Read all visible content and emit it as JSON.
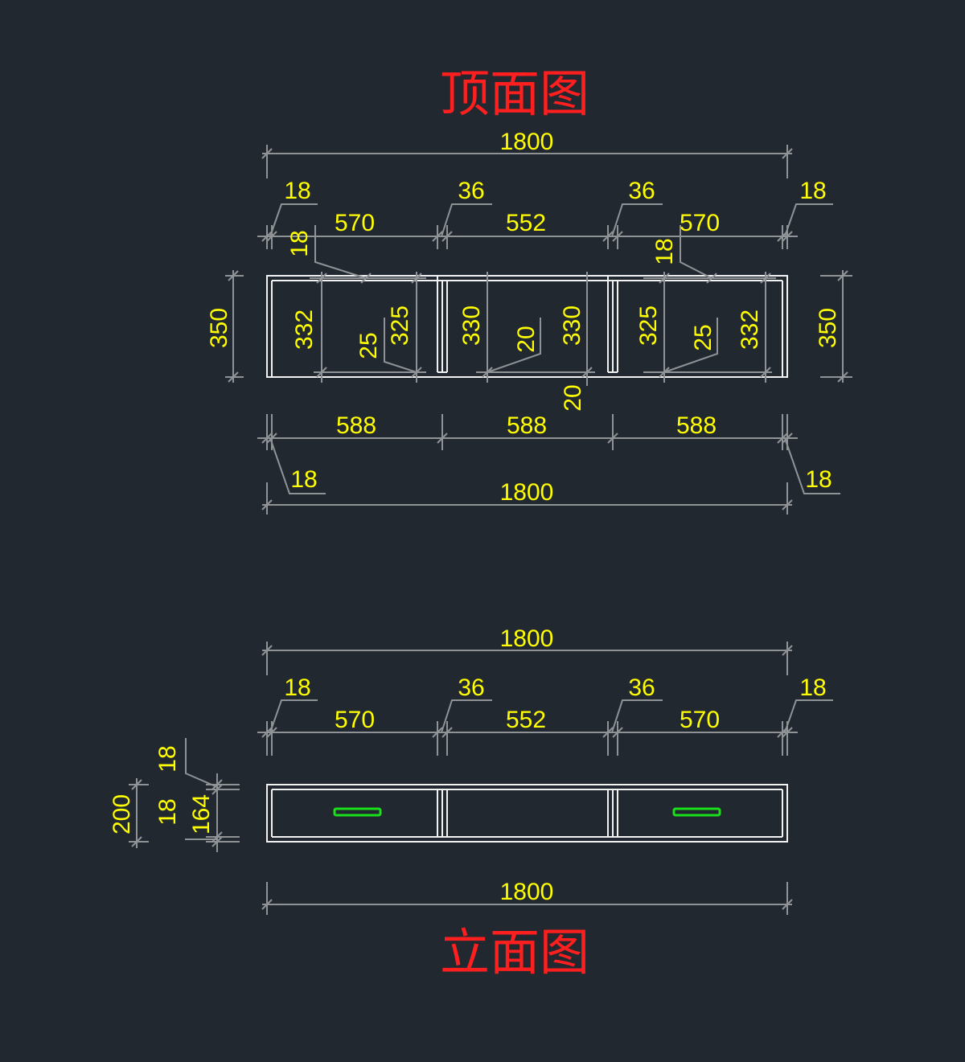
{
  "colors": {
    "background": "#212830",
    "title": "#ff1f1f",
    "dimension_text": "#ffff00",
    "dimension_line": "#8f9396",
    "outline": "#f2f2f2",
    "handle": "#19e019"
  },
  "top_view": {
    "title": "顶面图",
    "overall_top": "1800",
    "panel_top_a": "18",
    "divider_a": "36",
    "divider_b": "36",
    "panel_top_b": "18",
    "bay_left": "570",
    "bay_mid": "552",
    "bay_right": "570",
    "back_left": "18",
    "back_right": "18",
    "depth_left": "350",
    "depth_right": "350",
    "inner_332_left": "332",
    "inner_325_left": "325",
    "gap_25_left": "25",
    "inner_330_a": "330",
    "gap_20_a": "20",
    "inner_330_b": "330",
    "gap_20_b": "20",
    "inner_325_right": "325",
    "gap_25_right": "25",
    "inner_332_right": "332",
    "module_a": "588",
    "module_b": "588",
    "module_c": "588",
    "end_left": "18",
    "end_right": "18",
    "overall_bottom": "1800"
  },
  "front_view": {
    "title": "立面图",
    "overall_top": "1800",
    "panel_a": "18",
    "divider_a": "36",
    "divider_b": "36",
    "panel_b": "18",
    "bay_left": "570",
    "bay_mid": "552",
    "bay_right": "570",
    "height": "200",
    "top_panel": "18",
    "bottom_panel": "18",
    "inner_height": "164",
    "overall_bottom": "1800"
  }
}
